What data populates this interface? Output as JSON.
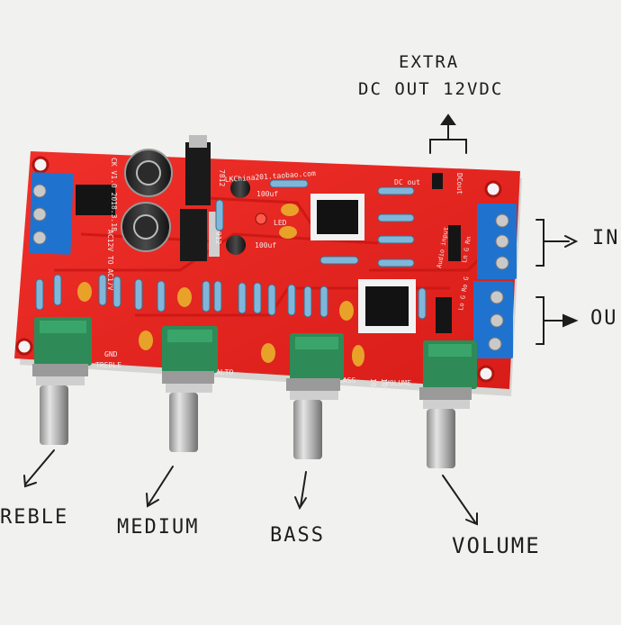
{
  "annotations": {
    "extra_line1": "EXTRA",
    "extra_line2": "DC OUT 12VDC",
    "input": "IN",
    "output": "OU",
    "treble": "REBLE",
    "medium": "MEDIUM",
    "bass": "BASS",
    "volume": "VOLUME"
  },
  "board": {
    "silk_ac_input": "AC12V TO AC17V",
    "silk_version": "CK V1.0 2018.3.18",
    "silk_reg_pos": "7812",
    "silk_reg_neg": "7912",
    "silk_url": "LKChina201.taobao.com",
    "silk_dc_out": "DC out",
    "silk_dcout": "DCout",
    "silk_cap1": "100uf",
    "silk_cap2": "100uf",
    "silk_led": "LED",
    "silk_audio_input": "Audio input",
    "silk_in_pins": "Ln G Rn",
    "silk_out_pins": "Lo G Ro G",
    "silk_gnd": "GND",
    "silk_treble": "TREBLE",
    "silk_alto": "ALTO",
    "silk_bass": "BASS",
    "silk_volume": "VOLUME",
    "silk_cap_bass": "105",
    "silk_cap_vol": "105"
  },
  "colors": {
    "background": "#f1f1ef",
    "pcb": "#e8231e",
    "terminal": "#1d6fc4",
    "potentiometer": "#2e8b57",
    "capacitor_yellow": "#e9a72a"
  }
}
